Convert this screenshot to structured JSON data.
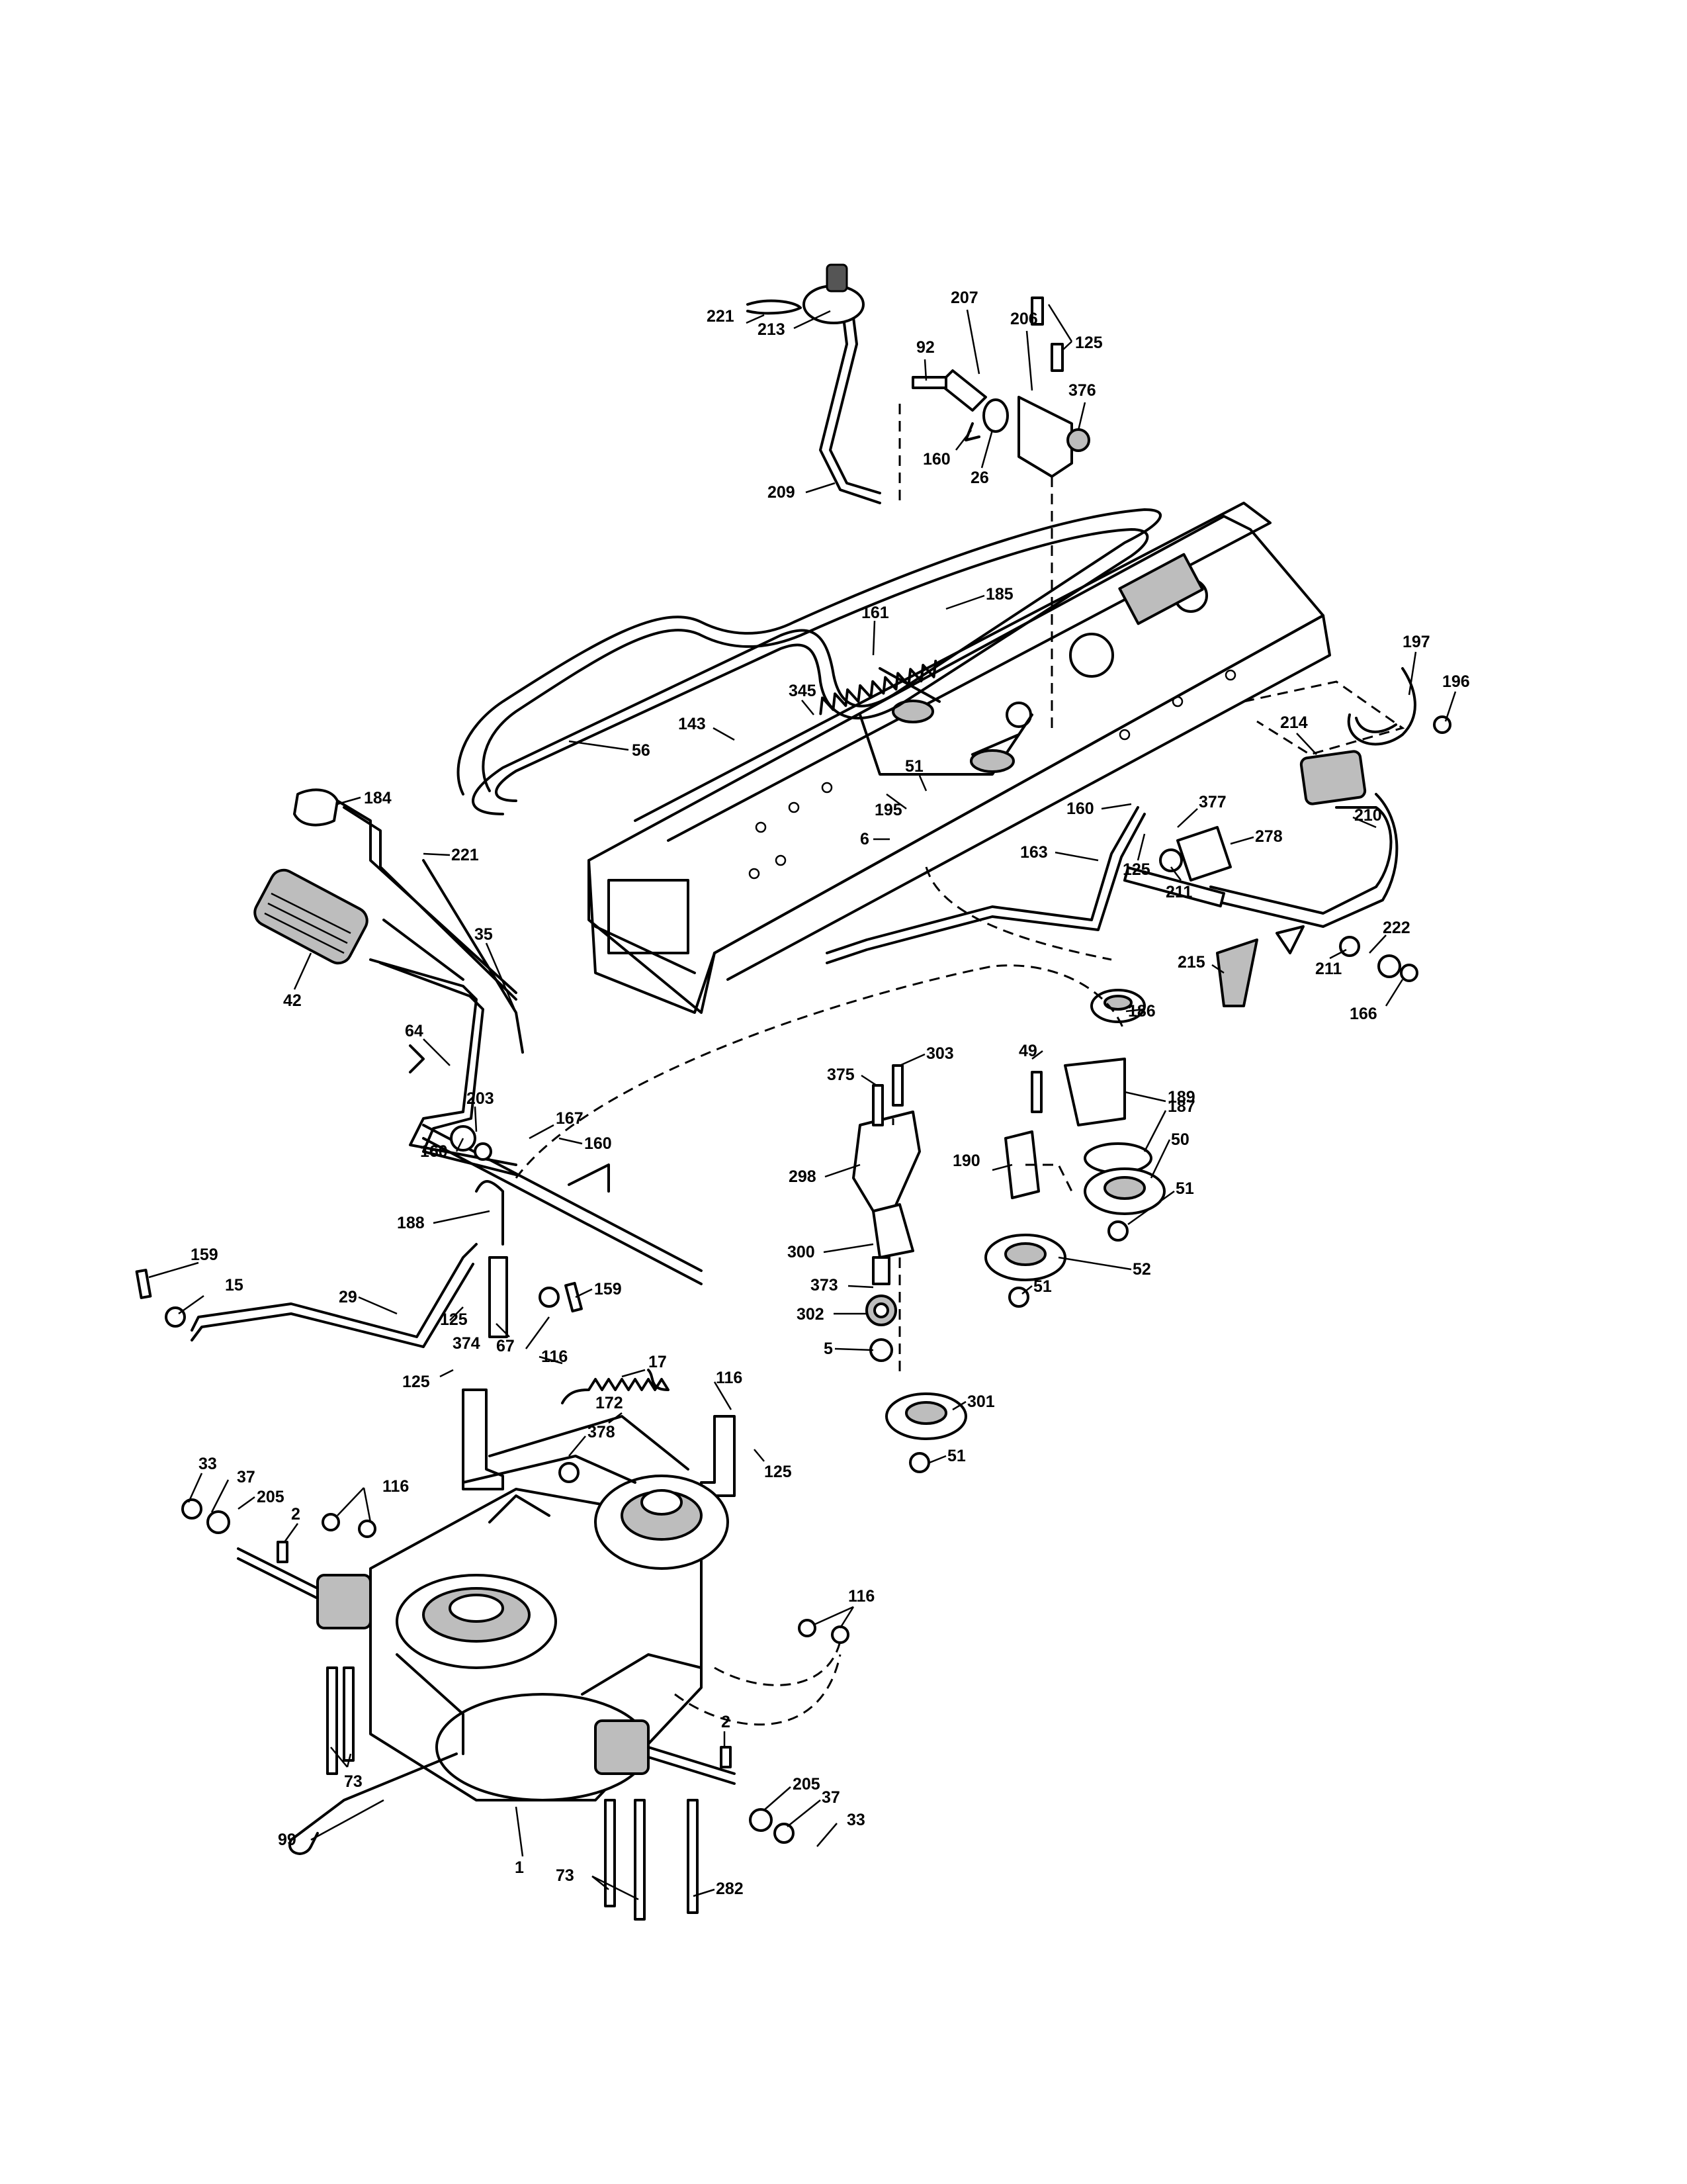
{
  "callouts": [
    {
      "id": "c221a",
      "text": "221"
    },
    {
      "id": "c213",
      "text": "213"
    },
    {
      "id": "c207",
      "text": "207"
    },
    {
      "id": "c206",
      "text": "206"
    },
    {
      "id": "c125a",
      "text": "125"
    },
    {
      "id": "c92",
      "text": "92"
    },
    {
      "id": "c376",
      "text": "376"
    },
    {
      "id": "c160a",
      "text": "160"
    },
    {
      "id": "c26",
      "text": "26"
    },
    {
      "id": "c209",
      "text": "209"
    },
    {
      "id": "c185",
      "text": "185"
    },
    {
      "id": "c161",
      "text": "161"
    },
    {
      "id": "c345",
      "text": "345"
    },
    {
      "id": "c143",
      "text": "143"
    },
    {
      "id": "c56",
      "text": "56"
    },
    {
      "id": "c51a",
      "text": "51"
    },
    {
      "id": "c195",
      "text": "195"
    },
    {
      "id": "c6",
      "text": "6"
    },
    {
      "id": "c197",
      "text": "197"
    },
    {
      "id": "c196",
      "text": "196"
    },
    {
      "id": "c214",
      "text": "214"
    },
    {
      "id": "c160b",
      "text": "160"
    },
    {
      "id": "c377",
      "text": "377"
    },
    {
      "id": "c210",
      "text": "210"
    },
    {
      "id": "c278",
      "text": "278"
    },
    {
      "id": "c163",
      "text": "163"
    },
    {
      "id": "c125b",
      "text": "125"
    },
    {
      "id": "c211a",
      "text": "211"
    },
    {
      "id": "c184",
      "text": "184"
    },
    {
      "id": "c221b",
      "text": "221"
    },
    {
      "id": "c35",
      "text": "35"
    },
    {
      "id": "c42",
      "text": "42"
    },
    {
      "id": "c222",
      "text": "222"
    },
    {
      "id": "c211b",
      "text": "211"
    },
    {
      "id": "c215",
      "text": "215"
    },
    {
      "id": "c166",
      "text": "166"
    },
    {
      "id": "c186",
      "text": "186"
    },
    {
      "id": "c64",
      "text": "64"
    },
    {
      "id": "c49",
      "text": "49"
    },
    {
      "id": "c189",
      "text": "189"
    },
    {
      "id": "c375",
      "text": "375"
    },
    {
      "id": "c303",
      "text": "303"
    },
    {
      "id": "c203",
      "text": "203"
    },
    {
      "id": "c167",
      "text": "167"
    },
    {
      "id": "c160c",
      "text": "160"
    },
    {
      "id": "c160d",
      "text": "160"
    },
    {
      "id": "c187",
      "text": "187"
    },
    {
      "id": "c190",
      "text": "190"
    },
    {
      "id": "c50",
      "text": "50"
    },
    {
      "id": "c298",
      "text": "298"
    },
    {
      "id": "c51b",
      "text": "51"
    },
    {
      "id": "c188",
      "text": "188"
    },
    {
      "id": "c300",
      "text": "300"
    },
    {
      "id": "c52",
      "text": "52"
    },
    {
      "id": "c159a",
      "text": "159"
    },
    {
      "id": "c373",
      "text": "373"
    },
    {
      "id": "c51c",
      "text": "51"
    },
    {
      "id": "c15",
      "text": "15"
    },
    {
      "id": "c29",
      "text": "29"
    },
    {
      "id": "c125c",
      "text": "125"
    },
    {
      "id": "c159b",
      "text": "159"
    },
    {
      "id": "c302",
      "text": "302"
    },
    {
      "id": "c374",
      "text": "374"
    },
    {
      "id": "c67",
      "text": "67"
    },
    {
      "id": "c116a",
      "text": "116"
    },
    {
      "id": "c17",
      "text": "17"
    },
    {
      "id": "c5",
      "text": "5"
    },
    {
      "id": "c125d",
      "text": "125"
    },
    {
      "id": "c116b",
      "text": "116"
    },
    {
      "id": "c172",
      "text": "172"
    },
    {
      "id": "c301",
      "text": "301"
    },
    {
      "id": "c378",
      "text": "378"
    },
    {
      "id": "c125e",
      "text": "125"
    },
    {
      "id": "c51d",
      "text": "51"
    },
    {
      "id": "c33a",
      "text": "33"
    },
    {
      "id": "c37a",
      "text": "37"
    },
    {
      "id": "c116c",
      "text": "116"
    },
    {
      "id": "c205a",
      "text": "205"
    },
    {
      "id": "c2a",
      "text": "2"
    },
    {
      "id": "c116d",
      "text": "116"
    },
    {
      "id": "c2b",
      "text": "2"
    },
    {
      "id": "c73a",
      "text": "73"
    },
    {
      "id": "c205b",
      "text": "205"
    },
    {
      "id": "c37b",
      "text": "37"
    },
    {
      "id": "c33b",
      "text": "33"
    },
    {
      "id": "c99",
      "text": "99"
    },
    {
      "id": "c1",
      "text": "1"
    },
    {
      "id": "c73b",
      "text": "73"
    },
    {
      "id": "c282",
      "text": "282"
    }
  ]
}
